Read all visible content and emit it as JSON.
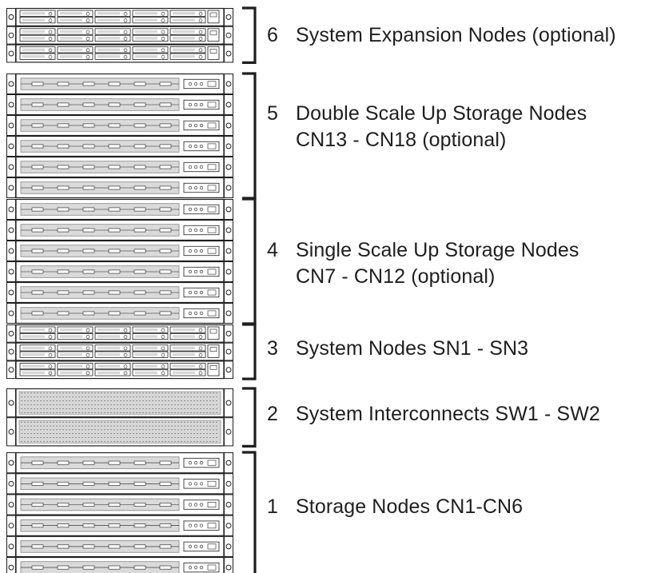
{
  "colors": {
    "line": "#1e1e1e",
    "bezel": "#ffffff",
    "mesh": "#bdbdbd"
  },
  "groups": [
    {
      "number": "6",
      "line1": "System Expansion Nodes (optional)",
      "line2": "",
      "units": 3,
      "unit_type": "system"
    },
    {
      "number": "5",
      "line1": "Double Scale Up Storage Nodes",
      "line2": "CN13 - CN18 (optional)",
      "units": 6,
      "unit_type": "storage"
    },
    {
      "number": "4",
      "line1": "Single Scale Up Storage Nodes",
      "line2": "CN7 - CN12 (optional)",
      "units": 6,
      "unit_type": "storage"
    },
    {
      "number": "3",
      "line1": "System Nodes SN1 - SN3",
      "line2": "",
      "units": 3,
      "unit_type": "system"
    },
    {
      "number": "2",
      "line1": "System Interconnects SW1 - SW2",
      "line2": "",
      "units": 2,
      "unit_type": "switch"
    },
    {
      "number": "1",
      "line1": "Storage Nodes CN1-CN6",
      "line2": "",
      "units": 6,
      "unit_type": "storage"
    }
  ]
}
